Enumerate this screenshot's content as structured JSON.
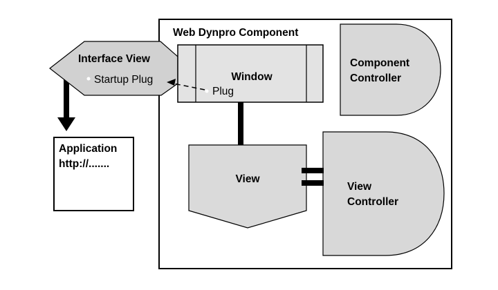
{
  "diagram": {
    "title": "Web Dynpro Component",
    "interface_view": {
      "label": "Interface View",
      "plug_label": "Startup Plug"
    },
    "window": {
      "label": "Window",
      "plug_label": "Plug"
    },
    "component_controller": {
      "label_line1": "Component",
      "label_line2": "Controller"
    },
    "view": {
      "label": "View"
    },
    "view_controller": {
      "label_line1": "View",
      "label_line2": "Controller"
    },
    "application": {
      "label_line1": "Application",
      "label_line2": "http://......."
    },
    "colors": {
      "background": "#ffffff",
      "border": "#000000",
      "connector": "#000000",
      "hexagon_fill": "#d1d1d1",
      "window_fill": "#e3e3e3",
      "view_fill": "#dadada",
      "controller_fill": "#d8d8d8",
      "box_fill": "#ffffff"
    }
  }
}
